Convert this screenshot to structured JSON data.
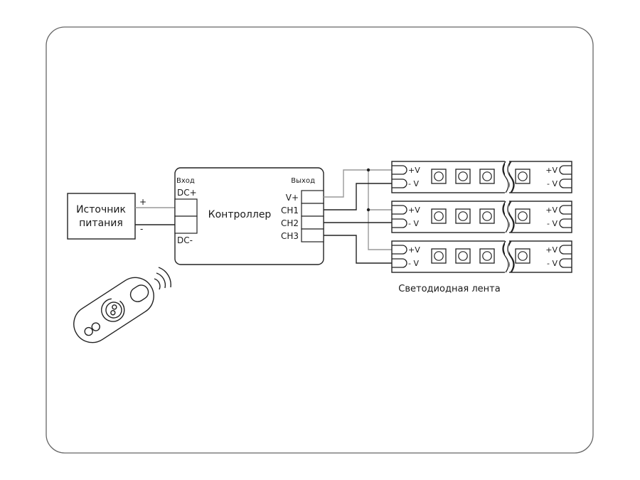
{
  "power_supply": {
    "label_line1": "Источник",
    "label_line2": "питания",
    "plus": "+",
    "minus": "-"
  },
  "controller": {
    "title": "Контроллер",
    "input_label": "Вход",
    "output_label": "Выход",
    "dc_plus": "DC+",
    "dc_minus": "DC-",
    "outputs": [
      "V+",
      "CH1",
      "CH2",
      "CH3"
    ]
  },
  "led_strip": {
    "caption": "Светодиодная лента",
    "count": 3,
    "plus_label": "+V",
    "minus_label": "-V",
    "leds_per_segment": 3
  },
  "remote": {
    "name": "remote-control"
  },
  "colors": {
    "line": "#222222",
    "vplus_line": "#999999",
    "frame": "#555555"
  }
}
